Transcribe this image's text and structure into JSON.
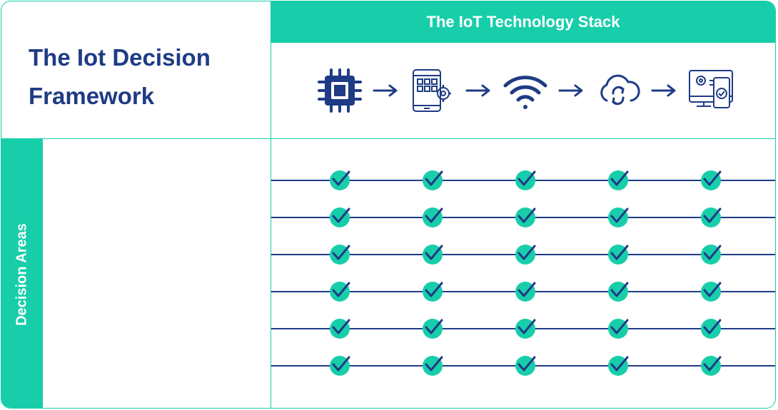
{
  "diagram": {
    "title": "The Iot Decision Framework",
    "stack_header": "The IoT Technology Stack",
    "side_label": "Decision Areas",
    "stack_layers": [
      {
        "icon": "chip-icon"
      },
      {
        "icon": "mobile-app-icon"
      },
      {
        "icon": "wifi-icon"
      },
      {
        "icon": "cloud-sync-icon"
      },
      {
        "icon": "devices-settings-icon"
      }
    ],
    "decision_rows": 6,
    "all_checked": true,
    "colors": {
      "accent": "#18ceaa",
      "navy": "#1f3b86",
      "check_circle": "#18ceaa",
      "check_mark": "#1f3b86"
    }
  }
}
